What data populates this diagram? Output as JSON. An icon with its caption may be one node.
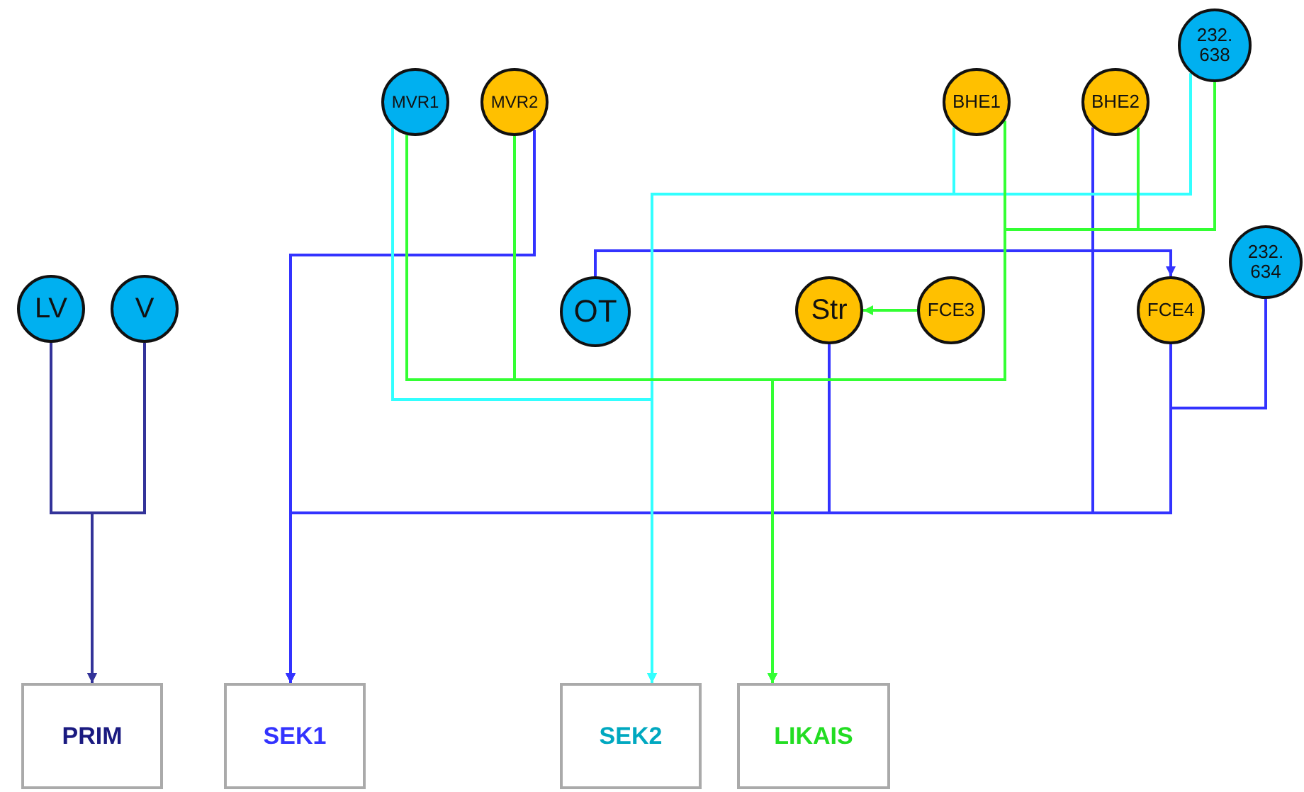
{
  "diagram": {
    "nodes": [
      {
        "text": [
          "LV"
        ]
      },
      {
        "text": [
          "V"
        ]
      },
      {
        "text": [
          "MVR1"
        ]
      },
      {
        "text": [
          "MVR2"
        ]
      },
      {
        "text": [
          "OT"
        ]
      },
      {
        "text": [
          "BHE1"
        ]
      },
      {
        "text": [
          "BHE2"
        ]
      },
      {
        "text": [
          "232. 638"
        ]
      },
      {
        "text": [
          "232. 634"
        ]
      },
      {
        "text": [
          "Str"
        ]
      },
      {
        "text": [
          "FCE3"
        ]
      },
      {
        "text": [
          "FCE4"
        ]
      },
      {
        "text": [
          "PRIM"
        ]
      },
      {
        "text": [
          "SEK1"
        ]
      },
      {
        "text": [
          "SEK2"
        ]
      },
      {
        "text": [
          "LIKAIS"
        ]
      }
    ],
    "edges": [
      {
        "from": 0,
        "to": 12,
        "arrow": "to",
        "color": "#333399"
      },
      {
        "from": 1,
        "to": 12,
        "arrow": "to",
        "color": "#333399"
      },
      {
        "from": 3,
        "to": 13,
        "arrow": "to"
      },
      {
        "from": 9,
        "to": 13,
        "arrow": "to"
      },
      {
        "from": 6,
        "to": 13,
        "arrow": "to"
      },
      {
        "from": 11,
        "to": 13,
        "arrow": "to"
      },
      {
        "from": 8,
        "to": 13,
        "arrow": "to"
      },
      {
        "from": 4,
        "to": 11,
        "arrow": "to"
      },
      {
        "from": 2,
        "to": 14,
        "arrow": "to",
        "color": "#33ffff"
      },
      {
        "from": 5,
        "to": 14,
        "arrow": "to",
        "color": "#33ffff"
      },
      {
        "from": 7,
        "to": 14,
        "arrow": "to",
        "color": "#33ffff"
      },
      {
        "from": 2,
        "to": 15,
        "arrow": "to",
        "color": "#33ff33"
      },
      {
        "from": 3,
        "to": 15,
        "arrow": "to",
        "color": "#33ff33"
      },
      {
        "from": 5,
        "to": 15,
        "arrow": "to",
        "color": "#33ff33"
      },
      {
        "from": 6,
        "to": 15,
        "arrow": "to",
        "color": "#33ff33"
      },
      {
        "from": 7,
        "to": 15,
        "arrow": "to",
        "color": "#33ff33"
      },
      {
        "from": 10,
        "to": 9,
        "arrow": "to",
        "color": "#33ff33"
      }
    ]
  }
}
